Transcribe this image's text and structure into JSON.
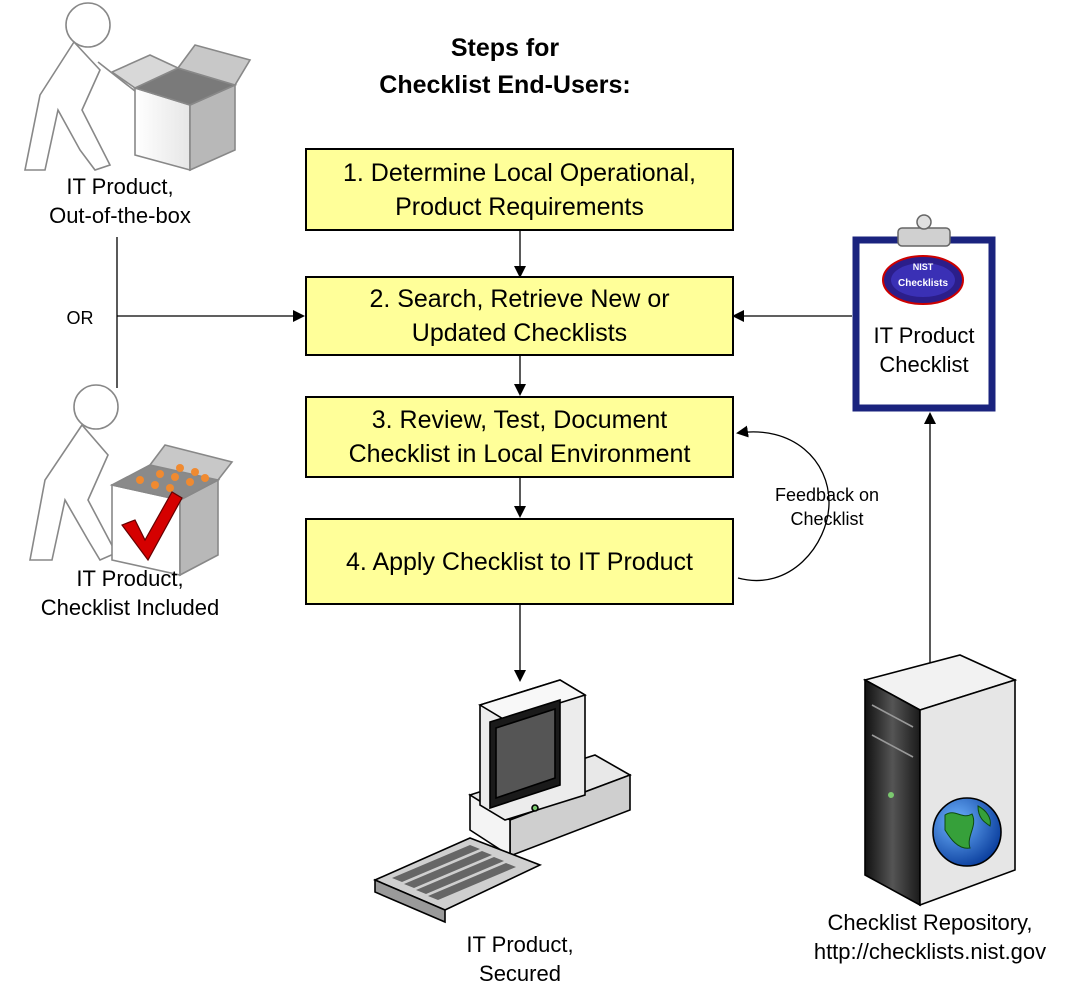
{
  "title": [
    "Steps for",
    "Checklist End-Users:"
  ],
  "steps": [
    {
      "line1": "1. Determine Local Operational,",
      "line2": "Product Requirements"
    },
    {
      "line1": "2. Search, Retrieve New or",
      "line2": "Updated Checklists"
    },
    {
      "line1": "3. Review, Test, Document",
      "line2": "Checklist in Local Environment"
    },
    {
      "line1": "4. Apply Checklist to IT Product",
      "line2": ""
    }
  ],
  "labels": {
    "out_of_box": [
      "IT Product,",
      "Out-of-the-box"
    ],
    "or": "OR",
    "checklist_included": [
      "IT Product,",
      "Checklist Included"
    ],
    "checklist": [
      "IT Product",
      "Checklist"
    ],
    "feedback": [
      "Feedback on",
      "Checklist"
    ],
    "secured": [
      "IT Product,",
      "Secured"
    ],
    "repository": [
      "Checklist Repository,",
      "http://checklists.nist.gov"
    ]
  },
  "logo_text": [
    "NIST",
    "Checklists"
  ],
  "colors": {
    "step_fill": "#ffff99",
    "clipboard_border": "#1a237e",
    "checkmark": "#d50000",
    "box_dots": "#f08a30",
    "globe": "#2a6fd6"
  }
}
